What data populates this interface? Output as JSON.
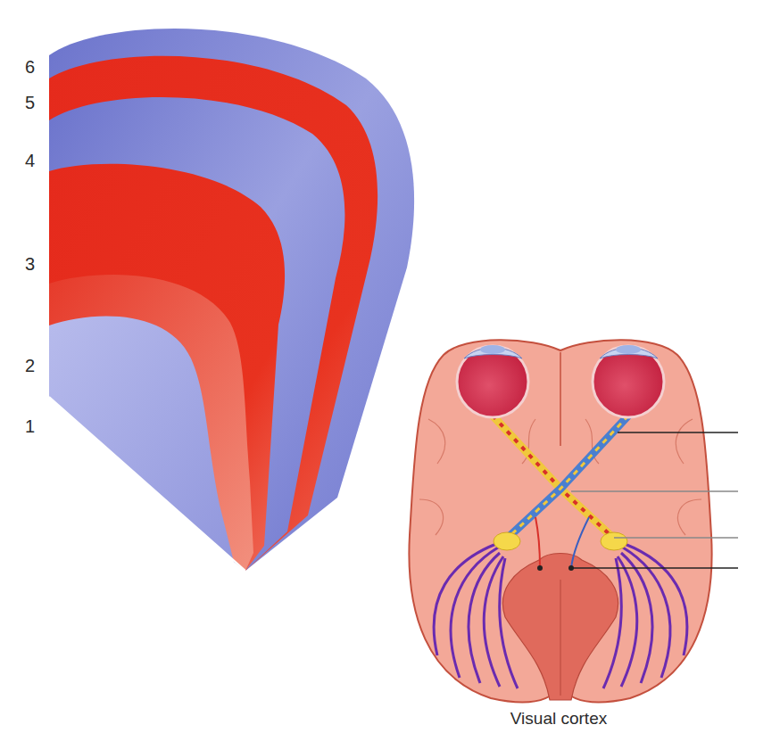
{
  "diagram": {
    "labels": [
      "6",
      "5",
      "4",
      "3",
      "2",
      "1",
      "Visual cortex"
    ]
  }
}
